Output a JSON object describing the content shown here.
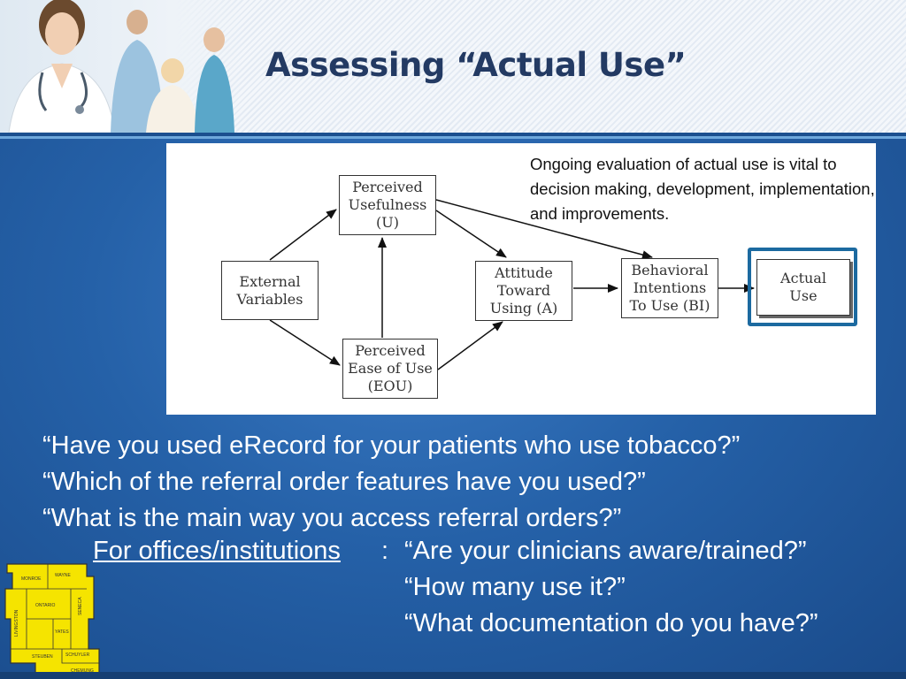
{
  "slide": {
    "title": "Assessing “Actual Use”"
  },
  "diagram": {
    "note": "Ongoing evaluation of actual use is vital to decision making, development, implementation, and improvements.",
    "nodes": {
      "external": [
        "External",
        "Variables"
      ],
      "usefulness": [
        "Perceived",
        "Usefulness",
        "(U)"
      ],
      "ease": [
        "Perceived",
        "Ease of Use",
        "(EOU)"
      ],
      "attitude": [
        "Attitude",
        "Toward",
        "Using (A)"
      ],
      "intentions": [
        "Behavioral",
        "Intentions",
        "To Use (BI)"
      ],
      "actual": [
        "Actual",
        "Use"
      ]
    }
  },
  "questions": {
    "q1": "“Have you used eRecord for your patients who use tobacco?”",
    "q2": "“Which of the referral order features have you used?”",
    "q3": "“What is the main way you access referral orders?”",
    "offices_label": "For offices/institutions",
    "offices_colon": ":",
    "office_q1": "“Are your clinicians aware/trained?”",
    "office_q2": "“How many use it?”",
    "office_q3": "“What documentation do you have?”"
  },
  "map": {
    "counties": [
      "MONROE",
      "WAYNE",
      "LIVINGSTON",
      "ONTARIO",
      "SENECA",
      "YATES",
      "SCHUYLER",
      "STEUBEN",
      "CHEMUNG"
    ]
  }
}
